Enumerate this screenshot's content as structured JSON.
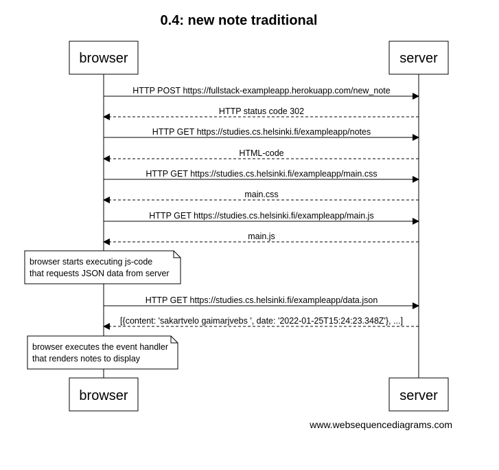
{
  "title": "0.4: new note traditional",
  "participants": [
    {
      "id": "browser",
      "label": "browser"
    },
    {
      "id": "server",
      "label": "server"
    }
  ],
  "messages": [
    {
      "from": "browser",
      "to": "server",
      "label": "HTTP POST https://fullstack-exampleapp.herokuapp.com/new_note",
      "style": "solid"
    },
    {
      "from": "server",
      "to": "browser",
      "label": "HTTP status code 302",
      "style": "dashed"
    },
    {
      "from": "browser",
      "to": "server",
      "label": "HTTP GET https://studies.cs.helsinki.fi/exampleapp/notes",
      "style": "solid"
    },
    {
      "from": "server",
      "to": "browser",
      "label": "HTML-code",
      "style": "dashed"
    },
    {
      "from": "browser",
      "to": "server",
      "label": "HTTP GET https://studies.cs.helsinki.fi/exampleapp/main.css",
      "style": "solid"
    },
    {
      "from": "server",
      "to": "browser",
      "label": "main.css",
      "style": "dashed"
    },
    {
      "from": "browser",
      "to": "server",
      "label": "HTTP GET https://studies.cs.helsinki.fi/exampleapp/main.js",
      "style": "solid"
    },
    {
      "from": "server",
      "to": "browser",
      "label": "main.js",
      "style": "dashed"
    },
    {
      "from": "browser",
      "to": "server",
      "label": "HTTP GET https://studies.cs.helsinki.fi/exampleapp/data.json",
      "style": "solid"
    },
    {
      "from": "server",
      "to": "browser",
      "label": "[{content: 'sakartvelo gaimarjvebs ', date: '2022-01-25T15:24:23.348Z'}, ...]",
      "style": "dashed"
    }
  ],
  "notes": [
    {
      "over": "browser",
      "lines": [
        "browser starts executing js-code",
        "that requests JSON data from server"
      ]
    },
    {
      "over": "browser",
      "lines": [
        "browser executes the event handler",
        "that renders notes to display"
      ]
    }
  ],
  "watermark": "www.websequencediagrams.com"
}
